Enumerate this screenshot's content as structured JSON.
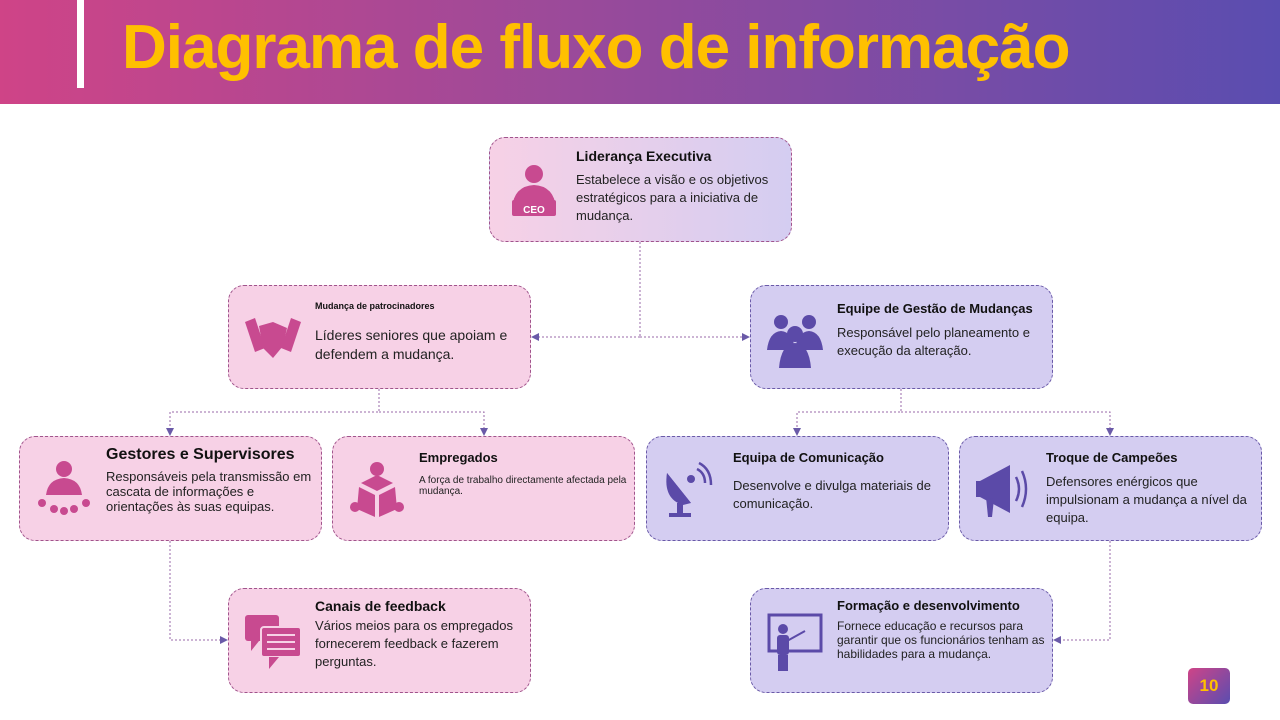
{
  "title": "Diagrama de fluxo de informação",
  "page_number": "10",
  "colors": {
    "pink": "#c84a90",
    "purple": "#5b4aa8",
    "title": "#ffc000"
  },
  "nodes": {
    "ceo": {
      "title": "Liderança Executiva",
      "desc": "Estabelece a visão e os objetivos estratégicos para a iniciativa de mudança.",
      "icon_label": "CEO"
    },
    "sponsors": {
      "title": "Mudança de patrocinadores",
      "desc": "Líderes seniores que apoiam e defendem a mudança."
    },
    "team": {
      "title": "Equipe de Gestão de Mudanças",
      "desc": "Responsável pelo planeamento e execução da alteração."
    },
    "managers": {
      "title": "Gestores e Supervisores",
      "desc": "Responsáveis pela transmissão em cascata de informações e orientações às suas equipas."
    },
    "employees": {
      "title": "Empregados",
      "desc": "A força de trabalho directamente afectada pela mudança."
    },
    "comms": {
      "title": "Equipa de Comunicação",
      "desc": "Desenvolve e divulga materiais de comunicação."
    },
    "champions": {
      "title": "Troque de Campeões",
      "desc": "Defensores enérgicos que impulsionam a mudança a nível da equipa."
    },
    "feedback": {
      "title": "Canais de feedback",
      "desc": "Vários meios para os empregados fornecerem feedback e fazerem perguntas."
    },
    "training": {
      "title": "Formação e desenvolvimento",
      "desc": "Fornece educação e recursos para garantir que os funcionários tenham as habilidades para a mudança."
    }
  }
}
